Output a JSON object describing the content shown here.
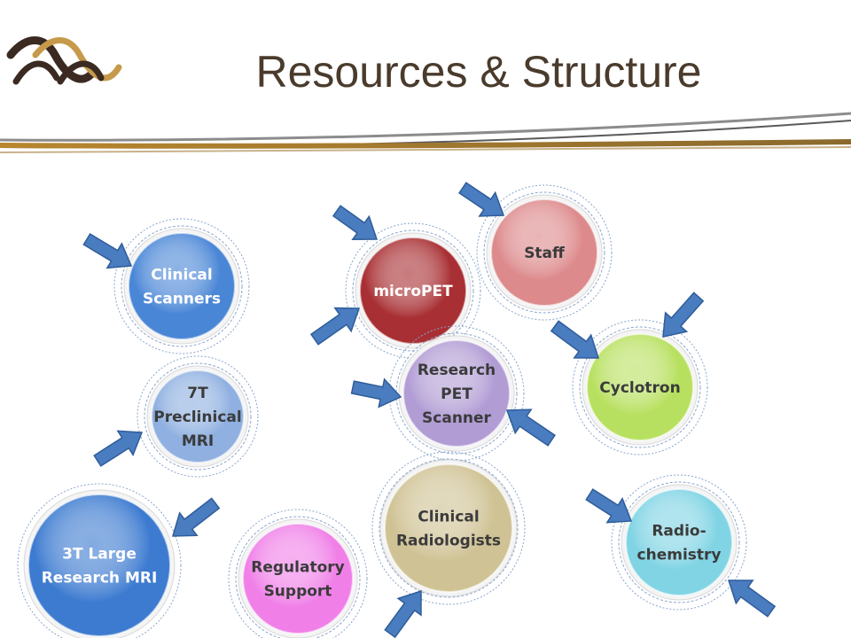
{
  "slide": {
    "title": "Resources & Structure"
  },
  "accent_colors": {
    "title": "#4a3b2c",
    "arrow": "#4a7cc0",
    "swoosh": "#b8862e"
  },
  "nodes": [
    {
      "id": "clinical-scanners",
      "lines": [
        "Clinical",
        "Scanners"
      ],
      "color": "#4a86d6",
      "text": "light"
    },
    {
      "id": "7t-preclinical-mri",
      "lines": [
        "7T",
        "Preclinical",
        "MRI"
      ],
      "color": "#8fb0e0",
      "text": "dark"
    },
    {
      "id": "3t-large-research-mri",
      "lines": [
        "3T Large",
        "Research MRI"
      ],
      "color": "#3d7bd0",
      "text": "light"
    },
    {
      "id": "micropet",
      "lines": [
        "microPET"
      ],
      "color": "#a82f33",
      "text": "light"
    },
    {
      "id": "staff",
      "lines": [
        "Staff"
      ],
      "color": "#dd8a8c",
      "text": "dark"
    },
    {
      "id": "research-pet-scanner",
      "lines": [
        "Research",
        "PET",
        "Scanner"
      ],
      "color": "#b19cd4",
      "text": "dark"
    },
    {
      "id": "cyclotron",
      "lines": [
        "Cyclotron"
      ],
      "color": "#b8e060",
      "text": "dark"
    },
    {
      "id": "clinical-radiologists",
      "lines": [
        "Clinical",
        "Radiologists"
      ],
      "color": "#cfc294",
      "text": "dark"
    },
    {
      "id": "regulatory-support",
      "lines": [
        "Regulatory",
        "Support"
      ],
      "color": "#f080e8",
      "text": "dark"
    },
    {
      "id": "radio-chemistry",
      "lines": [
        "Radio-",
        "chemistry"
      ],
      "color": "#80d4e4",
      "text": "dark"
    }
  ]
}
